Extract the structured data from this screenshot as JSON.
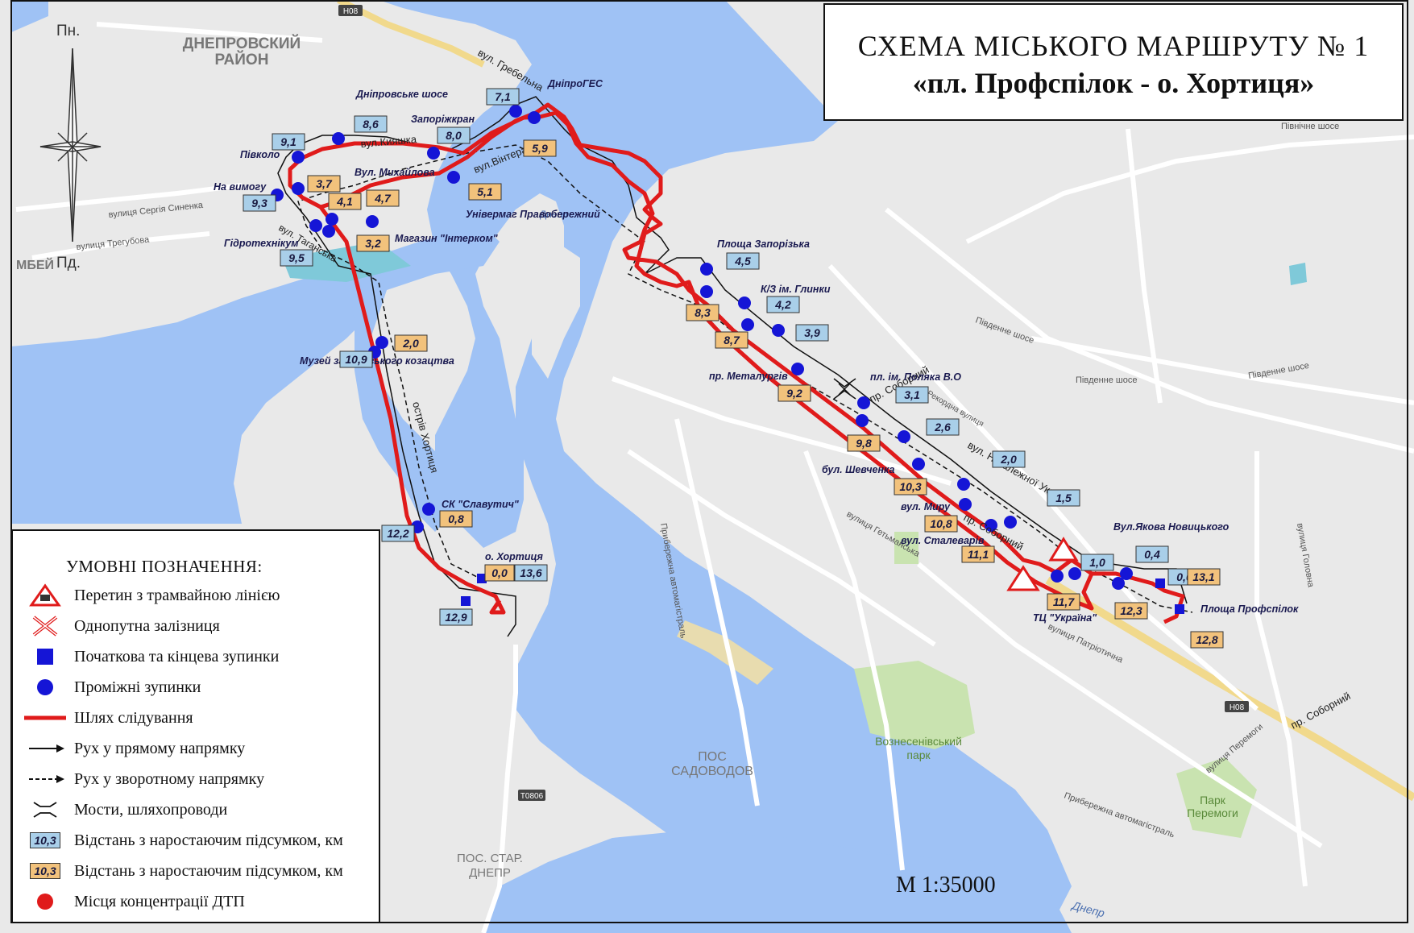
{
  "title": {
    "line1": "СХЕМА МІСЬКОГО МАРШРУТУ № 1",
    "line2": "«пл. Профспілок - о. Хортиця»"
  },
  "scale": "М 1:35000",
  "compass": {
    "north": "Пн.",
    "south": "Пд."
  },
  "legend": {
    "title": "УМОВНІ ПОЗНАЧЕННЯ:",
    "items": [
      {
        "icon": "tram-crossing-icon",
        "label": "Перетин з трамвайною лінією"
      },
      {
        "icon": "single-track-railway-icon",
        "label": "Однопутна залізниця"
      },
      {
        "icon": "terminal-stop-icon",
        "label": "Початкова та кінцева зупинки"
      },
      {
        "icon": "intermediate-stop-icon",
        "label": "Проміжні зупинки"
      },
      {
        "icon": "route-line-icon",
        "label": "Шлях слідування"
      },
      {
        "icon": "forward-direction-icon",
        "label": "Рух у прямому напрямку"
      },
      {
        "icon": "reverse-direction-icon",
        "label": "Рух у зворотному напрямку"
      },
      {
        "icon": "bridge-icon",
        "label": "Мости, шляхопроводи"
      },
      {
        "icon": "forward-distance-icon",
        "label": "Відстань з наростаючим підсумком, км",
        "sample": "10,3"
      },
      {
        "icon": "reverse-distance-icon",
        "label": "Відстань з наростаючим підсумком, км",
        "sample": "10,3"
      },
      {
        "icon": "accident-spot-icon",
        "label": "Місця концентрації ДТП"
      }
    ]
  },
  "colors": {
    "water": "#9fc2f5",
    "land": "#e8e8e8",
    "route": "#e01b1b",
    "stop": "#1515d6",
    "forward_badge": "#a9cfe9",
    "reverse_badge": "#f2c27c",
    "park": "#c9e3b0"
  },
  "map_labels": {
    "district": [
      "ДНЕПРОВСКИЙ",
      "РАЙОН"
    ],
    "pos_sadovodov": [
      "ПОС",
      "САДОВОДОВ"
    ],
    "pos_star_dnepr": [
      "ПОС. СТАР.",
      "ДНЕПР"
    ],
    "mbei": "МБЕЙ",
    "vozn_park": [
      "Вознесенівський",
      "парк"
    ],
    "park_peremohy": [
      "Парк",
      "Перемоги"
    ],
    "dnepr_river": "Днепр",
    "dnipr_small": "Днепр",
    "streets": {
      "hrebelna": "вул. Гребельна",
      "kiyashka": "вул.Кияшка",
      "vintera": "вул.Вінтера",
      "tahanska": "вул. Таганська",
      "ostriv": "острів Хортиця",
      "sobornyi1": "пр. Соборний",
      "sobornyi2": "пр. Соборний",
      "sobornyi3": "пр. Соборний",
      "nezalezhnoi": "вул. Незалежної України",
      "pivdenne1": "Південне шосе",
      "pivdenne2": "Південне шосе",
      "pivdenne3": "Південне шосе",
      "syneva": "вулиця Сергія Синенка",
      "trehubova": "вулиця Трегубова",
      "pivnichne": "Північне шосе",
      "rekordna": "Рекордна вулиця",
      "prybereg1": "Прибережна автомагістраль",
      "prybereg2": "Прибережна автомагістраль",
      "peremohy": "вулиця Перемоги",
      "patriotychna": "вулиця Патріотична",
      "hetmanska": "вулиця Гетьманська",
      "holovna": "вулиця Головна"
    },
    "road_h08_1": "Н08",
    "road_h08_2": "Н08",
    "road_t0806": "Т0806"
  },
  "stops": [
    {
      "name": "пл. ім. Поляка В.О"
    },
    {
      "name": "ДніпроГЕС"
    },
    {
      "name": "Площа Запорізька"
    },
    {
      "name": "К/З ім. Глинки"
    },
    {
      "name": "пр. Металургів"
    },
    {
      "name": "бул. Шевченка"
    },
    {
      "name": "вул. Миру"
    },
    {
      "name": "вул. Сталеварів"
    },
    {
      "name": "ТЦ \"Україна\""
    },
    {
      "name": "Вул.Якова Новицького"
    },
    {
      "name": "Площа Профспілок"
    },
    {
      "name": "Дніпровське шосе"
    },
    {
      "name": "Запоріжкран"
    },
    {
      "name": "Півколо"
    },
    {
      "name": "На вимогу"
    },
    {
      "name": "Гідротехнікум"
    },
    {
      "name": "Вул. Михайлова"
    },
    {
      "name": "Магазин \"Інтерком\""
    },
    {
      "name": "Універмаг Правобережний"
    },
    {
      "name": "Музей запорозького козацтва"
    },
    {
      "name": "СК \"Славутич\""
    },
    {
      "name": "о. Хортиця"
    }
  ],
  "distances_forward": [
    "0,0",
    "0,4",
    "1,0",
    "1,5",
    "2,0",
    "2,6",
    "3,1",
    "3,9",
    "4,2",
    "4,5",
    "7,1",
    "8,0",
    "8,6",
    "9,1",
    "9,3",
    "9,5",
    "10,9",
    "12,2",
    "12,9",
    "13,6"
  ],
  "distances_reverse": [
    "0,0",
    "0,8",
    "2,0",
    "3,2",
    "3,7",
    "4,1",
    "4,7",
    "5,1",
    "5,9",
    "8,3",
    "8,7",
    "9,2",
    "9,8",
    "10,3",
    "10,8",
    "11,1",
    "11,7",
    "12,3",
    "12,8",
    "13,1"
  ]
}
